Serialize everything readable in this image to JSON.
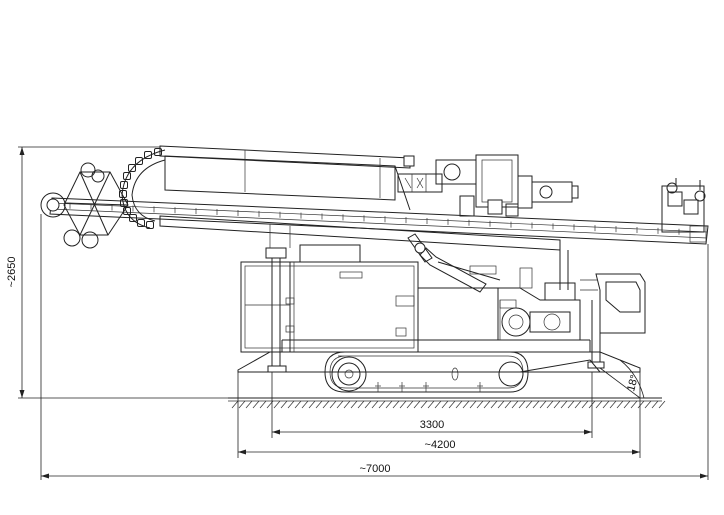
{
  "dimensions": {
    "height": "~2650",
    "track_length": "3300",
    "base_length": "~4200",
    "overall_length": "~7000",
    "angle": "18°"
  }
}
